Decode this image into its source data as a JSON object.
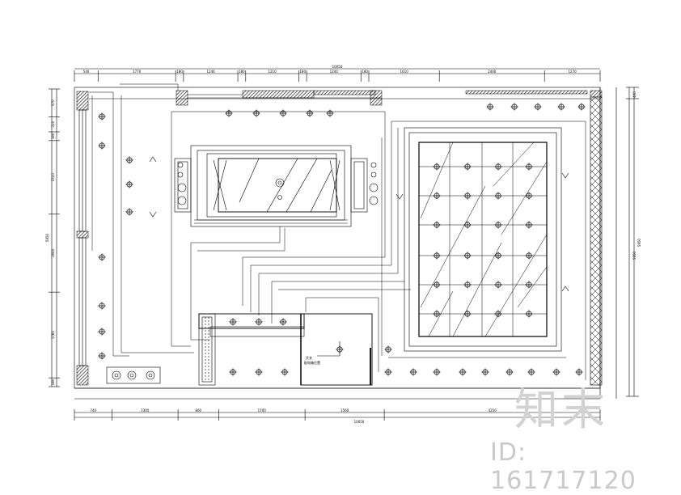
{
  "dimensions_top": [
    "540",
    "1770",
    "180",
    "1240",
    "180",
    "1210",
    "180",
    "1240",
    "180",
    "1610",
    "2400",
    "1270"
  ],
  "dimension_top_total": "10050",
  "dimensions_bottom": [
    "740",
    "1300",
    "800",
    "1700",
    "1560",
    "4250"
  ],
  "dimension_bottom_total": "10050",
  "dimensions_left": [
    "570",
    "310",
    "180",
    "1510",
    "1600",
    "1760",
    "180"
  ],
  "dimension_left_total": "5950",
  "dimensions_right": [
    "5950",
    "5950",
    "400"
  ],
  "cabinet_label": [
    "开关",
    "配电箱位置"
  ],
  "watermark": {
    "logo": "知末",
    "id": "ID: 161717120"
  }
}
